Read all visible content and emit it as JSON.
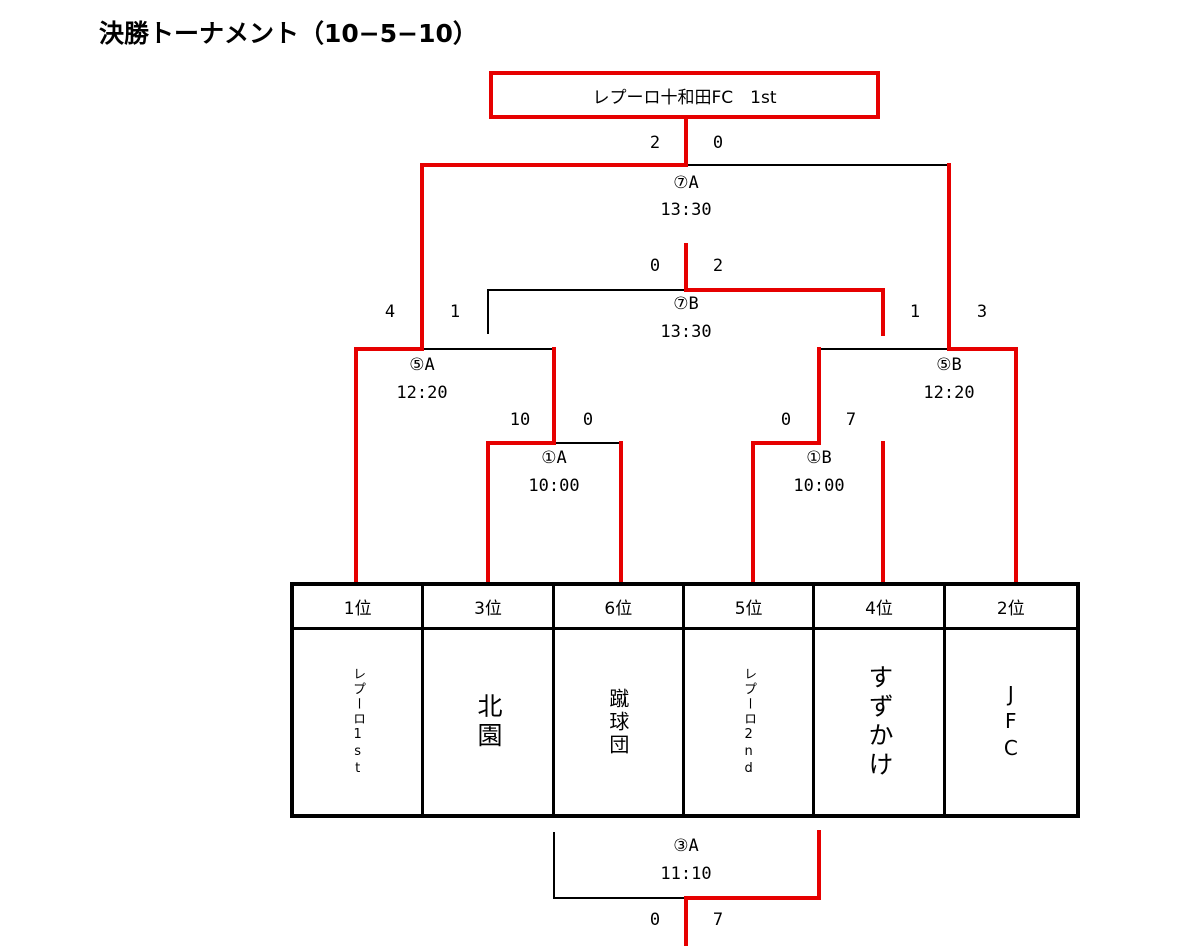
{
  "title": "決勝トーナメント（10−5−10）",
  "champion": "レプーロ十和田FC　1st",
  "colors": {
    "win": "#e60000",
    "line": "#000000"
  },
  "matches": {
    "m7a": {
      "label": "⑦A",
      "time": "13:30",
      "score_left": "2",
      "score_right": "0"
    },
    "m7b": {
      "label": "⑦B",
      "time": "13:30",
      "score_left": "0",
      "score_right": "2"
    },
    "m5a": {
      "label": "⑤A",
      "time": "12:20",
      "score_left": "4",
      "score_right": "1"
    },
    "m5b": {
      "label": "⑤B",
      "time": "12:20",
      "score_left": "1",
      "score_right": "3"
    },
    "m1a": {
      "label": "①A",
      "time": "10:00",
      "score_left": "10",
      "score_right": "0"
    },
    "m1b": {
      "label": "①B",
      "time": "10:00",
      "score_left": "0",
      "score_right": "7"
    },
    "m3a": {
      "label": "③A",
      "time": "11:10",
      "score_left": "0",
      "score_right": "7"
    }
  },
  "teams": [
    {
      "rank": "1位",
      "name": "レプーロ1st"
    },
    {
      "rank": "3位",
      "name": "北園"
    },
    {
      "rank": "6位",
      "name": "蹴球団"
    },
    {
      "rank": "5位",
      "name": "レプーロ2nd"
    },
    {
      "rank": "4位",
      "name": "すずかけ"
    },
    {
      "rank": "2位",
      "name": "JFC"
    }
  ]
}
